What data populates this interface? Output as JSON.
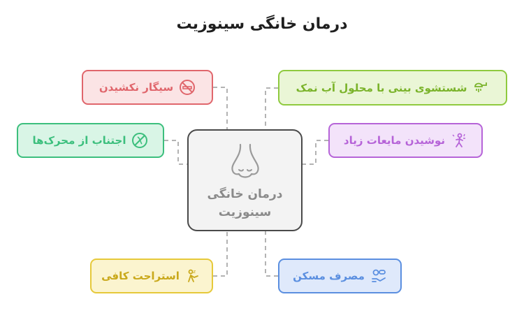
{
  "title": "درمان خانگی سینوزیت",
  "center": {
    "label_line1": "درمان خانگی",
    "label_line2": "سینوزیت",
    "icon": "nose-icon"
  },
  "nodes": {
    "no_smoking": {
      "label": "سیگار نکشیدن",
      "icon": "no-smoking-icon",
      "color": "#e0666c",
      "fill": "#fbe4e5"
    },
    "avoid": {
      "label": "اجتناب از محرک‌ها",
      "icon": "no-allergen-icon",
      "color": "#3cbf7d",
      "fill": "#d9f5e6"
    },
    "rest": {
      "label": "استراحت کافی",
      "icon": "rest-icon",
      "color": "#e6c93a",
      "fill": "#fbf4cf"
    },
    "nasal_wash": {
      "label": "شستشوی بینی با محلول آب نمک",
      "icon": "shower-icon",
      "color": "#8fca3f",
      "fill": "#eaf6d6"
    },
    "fluids": {
      "label": "نوشیدن مایعات زیاد",
      "icon": "drink-icon",
      "color": "#b664d8",
      "fill": "#f3e3fa"
    },
    "painkiller": {
      "label": "مصرف مسکن",
      "icon": "pills-icon",
      "color": "#5b8fe0",
      "fill": "#dfe9fb"
    }
  }
}
